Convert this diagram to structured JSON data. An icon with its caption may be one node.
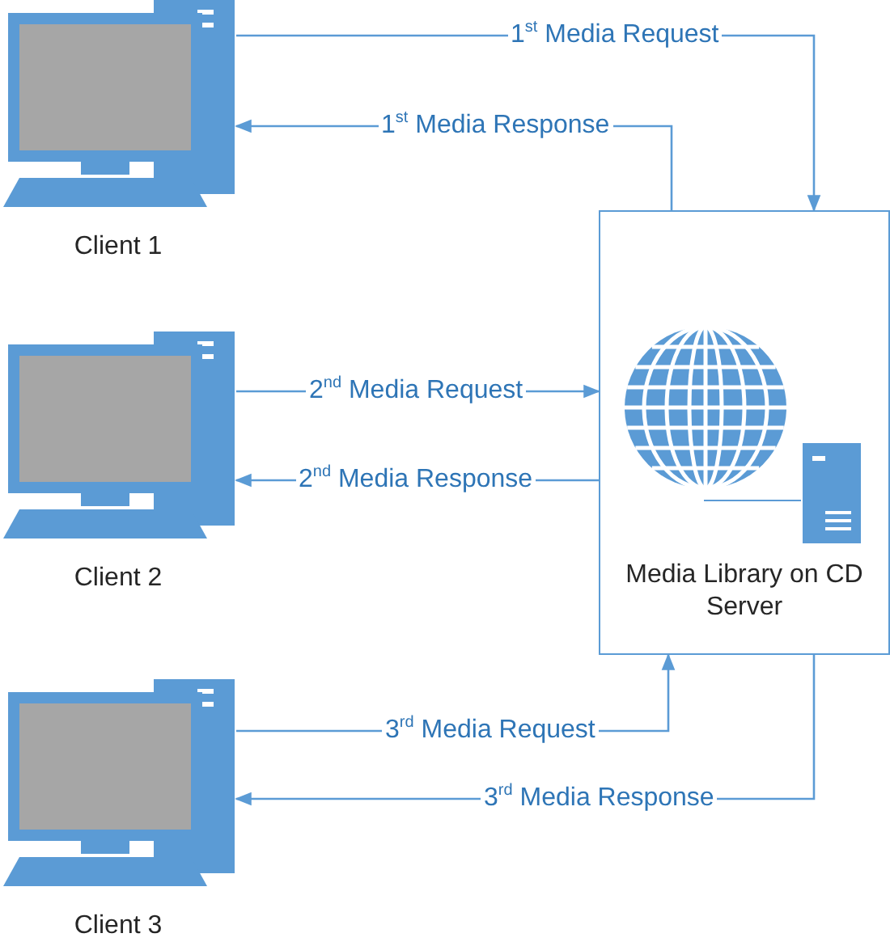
{
  "diagram": {
    "nodes": [
      {
        "text": [
          "Client 1"
        ]
      },
      {
        "text": [
          "Client 2"
        ]
      },
      {
        "text": [
          "Client 3"
        ]
      },
      {
        "text": [
          "Media Library on CD Server"
        ]
      }
    ],
    "edges": [
      {
        "from": 0,
        "to": 3,
        "arrow": "to",
        "label": "1$^{st}$ Media Request"
      },
      {
        "from": 3,
        "to": 0,
        "arrow": "to",
        "label": "1$^{st}$ Media Response"
      },
      {
        "from": 1,
        "to": 3,
        "arrow": "to",
        "label": "2$^{nd}$ Media Request"
      },
      {
        "from": 3,
        "to": 1,
        "arrow": "to",
        "label": "2$^{nd}$ Media Response"
      },
      {
        "from": 2,
        "to": 3,
        "arrow": "to",
        "label": "3$^{rd}$ Media Request"
      },
      {
        "from": 3,
        "to": 2,
        "arrow": "to",
        "label": "3$^{rd}$ Media Response"
      }
    ]
  }
}
